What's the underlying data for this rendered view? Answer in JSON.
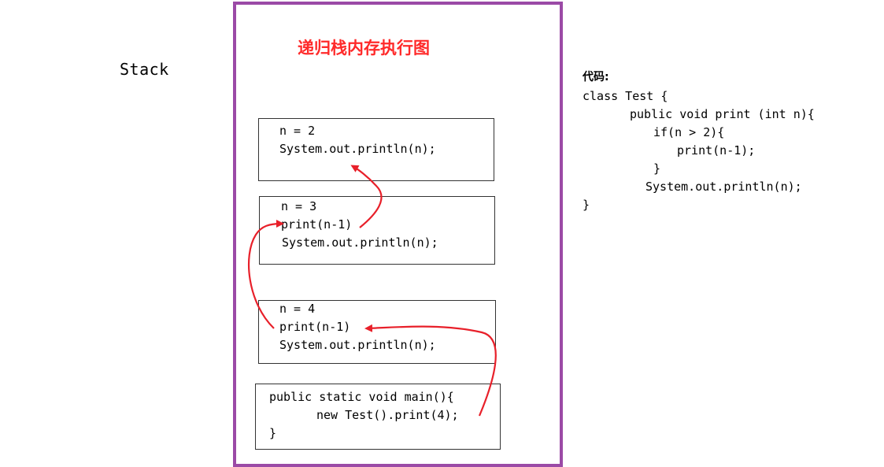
{
  "stack_label": "Stack",
  "title": "递归栈内存执行图",
  "frames": [
    {
      "lines": [
        "n = 2",
        "System.out.println(n);"
      ]
    },
    {
      "lines": [
        "n = 3",
        "print(n-1)",
        "System.out.println(n);"
      ]
    },
    {
      "lines": [
        "n = 4",
        "print(n-1)",
        "System.out.println(n);"
      ]
    },
    {
      "lines": [
        "public static void main(){",
        "new Test().print(4);",
        "}"
      ]
    }
  ],
  "code": {
    "header": "代码:",
    "lines": [
      "class Test {",
      "public void print (int n){",
      "if(n > 2){",
      "print(n-1);",
      "}",
      "System.out.println(n);",
      "}"
    ]
  },
  "colors": {
    "frame_border": "#9b4aa6",
    "arrow": "#e8202a",
    "title": "#ff2a2a"
  }
}
